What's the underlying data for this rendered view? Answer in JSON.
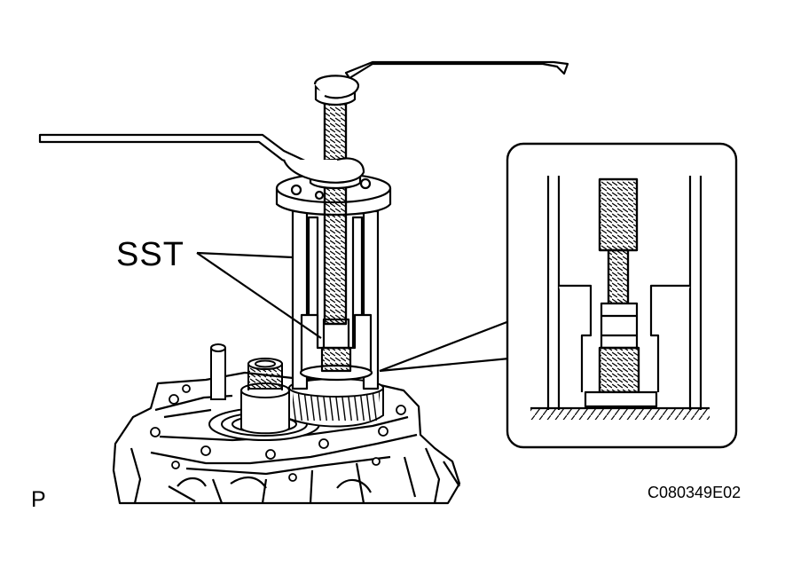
{
  "diagram": {
    "callout_label": "SST",
    "view_label": "P",
    "figure_code": "C080349E02"
  },
  "colors": {
    "line": "#000000",
    "background": "#ffffff"
  }
}
